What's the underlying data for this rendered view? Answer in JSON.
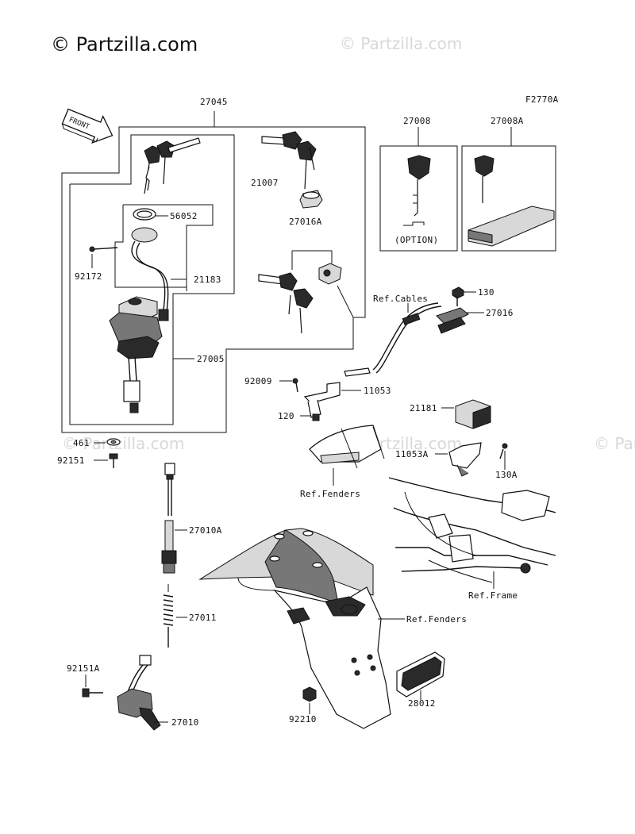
{
  "watermarks": {
    "main": "© Partzilla.com",
    "faint": "© Partzilla.com"
  },
  "diagram_code": "F2770A",
  "front_label": "FRONT",
  "option_label": "(OPTION)",
  "colors": {
    "ink": "#111111",
    "watermark": "#d4d4d4",
    "part_dark": "#2a2a2a",
    "part_mid": "#777777"
  },
  "callouts": {
    "p27045": "27045",
    "p27008": "27008",
    "p27008A": "27008A",
    "p21007": "21007",
    "p27016A": "27016A",
    "p56052": "56052",
    "p92172": "92172",
    "p21183": "21183",
    "p27005": "27005",
    "pRefCables": "Ref.Cables",
    "p130": "130",
    "p27016": "27016",
    "p92009": "92009",
    "p11053": "11053",
    "p120": "120",
    "p21181": "21181",
    "p461": "461",
    "p92151": "92151",
    "p11053A": "11053A",
    "p130A": "130A",
    "pRefFenders1": "Ref.Fenders",
    "p27010A": "27010A",
    "pRefFrame": "Ref.Frame",
    "p27011": "27011",
    "pRefFenders2": "Ref.Fenders",
    "p92151A": "92151A",
    "p28012": "28012",
    "p92210": "92210",
    "p27010": "27010"
  }
}
